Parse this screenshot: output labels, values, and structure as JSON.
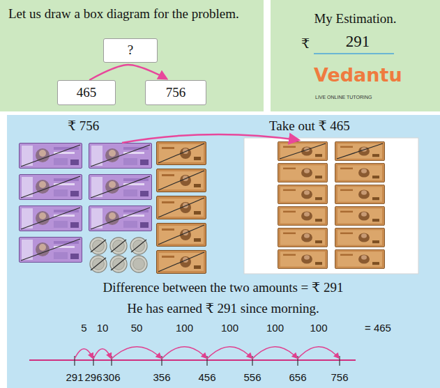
{
  "diagram": {
    "nodes": [
      {
        "text": [
          "Let us draw a box diagram for the problem."
        ]
      },
      {
        "text": [
          "?"
        ],
        "in": 0
      },
      {
        "text": [
          "465"
        ],
        "in": 0
      },
      {
        "text": [
          "756"
        ],
        "in": 0
      },
      {
        "text": [
          "My Estimation.",
          "₹",
          "291"
        ]
      },
      {
        "text": [
          "₹ 756",
          "Take out ₹ 465",
          "Difference between the two amounts = ₹ 291",
          "He has earned ₹ 291 since morning."
        ]
      }
    ],
    "edges": [
      {
        "from": 2,
        "to": 3,
        "arrow": "to"
      }
    ],
    "labels": [
      "Vedantu",
      "LIVE ONLINE TUTORING",
      "5",
      "10",
      "50",
      "100",
      "100",
      "100",
      "100",
      "= 465",
      "291",
      "296",
      "306",
      "356",
      "456",
      "556",
      "656",
      "756"
    ]
  }
}
